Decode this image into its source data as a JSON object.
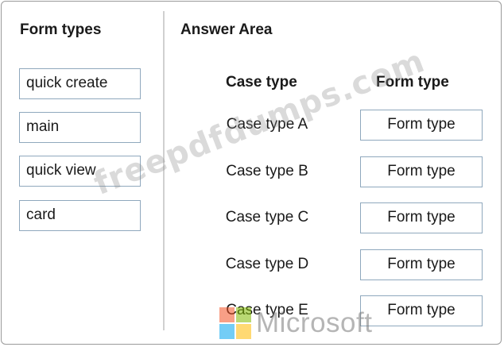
{
  "form_types": {
    "title": "Form types",
    "items": [
      "quick create",
      "main",
      "quick view",
      "card"
    ]
  },
  "answer_area": {
    "title": "Answer Area",
    "col_case": "Case type",
    "col_form": "Form type",
    "rows": [
      {
        "case": "Case type A",
        "form": "Form type"
      },
      {
        "case": "Case type B",
        "form": "Form type"
      },
      {
        "case": "Case type C",
        "form": "Form type"
      },
      {
        "case": "Case type D",
        "form": "Form type"
      },
      {
        "case": "Case type E",
        "form": "Form type"
      }
    ]
  },
  "watermark": "freepdfdumps.com",
  "microsoft_logo": {
    "text": "Microsoft",
    "colors": [
      "#f25022",
      "#7fba00",
      "#00a4ef",
      "#ffb900"
    ],
    "icon": "microsoft-logo-icon"
  }
}
